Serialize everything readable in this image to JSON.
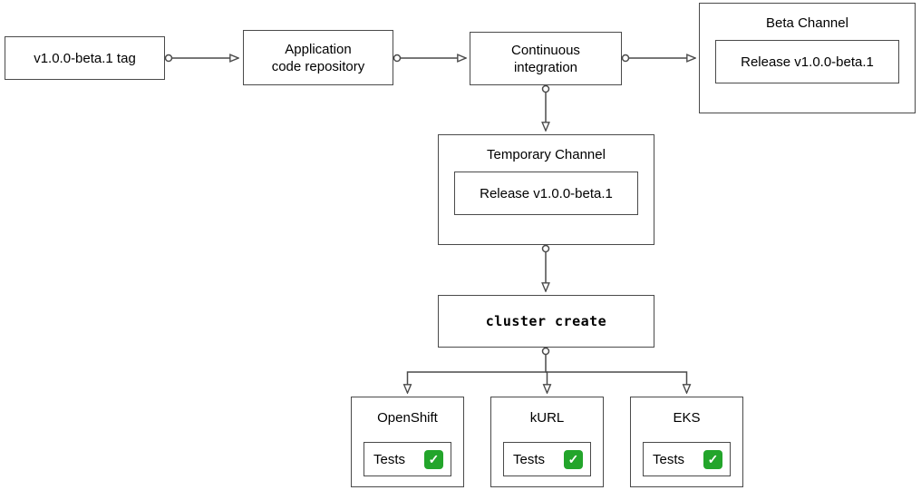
{
  "diagram": {
    "tag": {
      "label": "v1.0.0-beta.1 tag"
    },
    "repo": {
      "label": "Application code repository"
    },
    "ci": {
      "label": "Continuous integration"
    },
    "beta_channel": {
      "title": "Beta Channel",
      "release_label": "Release v1.0.0-beta.1"
    },
    "temporary_channel": {
      "title": "Temporary Channel",
      "release_label": "Release v1.0.0-beta.1"
    },
    "cluster_create": {
      "label": "cluster create"
    },
    "clusters": [
      {
        "title": "OpenShift",
        "tests_label": "Tests",
        "status": "pass",
        "status_icon": "check-mark-icon"
      },
      {
        "title": "kURL",
        "tests_label": "Tests",
        "status": "pass",
        "status_icon": "check-mark-icon"
      },
      {
        "title": "EKS",
        "tests_label": "Tests",
        "status": "pass",
        "status_icon": "check-mark-icon"
      }
    ]
  },
  "icons": {
    "check": "✓"
  },
  "colors": {
    "border": "#4a4a4a",
    "check-green": "#23a52b",
    "check-mark": "#ffffff"
  }
}
